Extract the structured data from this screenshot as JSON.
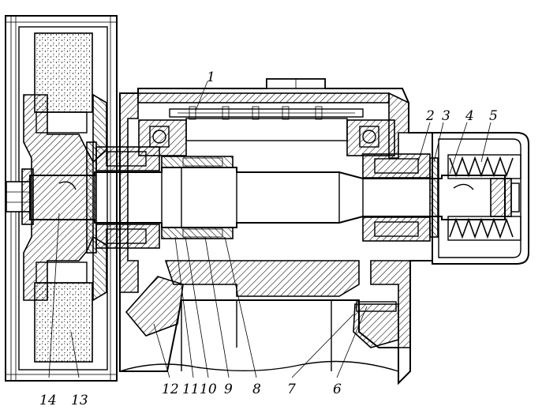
{
  "callouts": [
    "1",
    "2",
    "3",
    "4",
    "5",
    "6",
    "7",
    "8",
    "9",
    "10",
    "11",
    "12",
    "13",
    "14"
  ],
  "colors": {
    "ink": "#000000",
    "paper": "#ffffff",
    "hatch": "#000000",
    "stipple": "#000000"
  },
  "icons": [
    "abrasive-wheel",
    "shaft",
    "bearing",
    "gear",
    "spring"
  ]
}
